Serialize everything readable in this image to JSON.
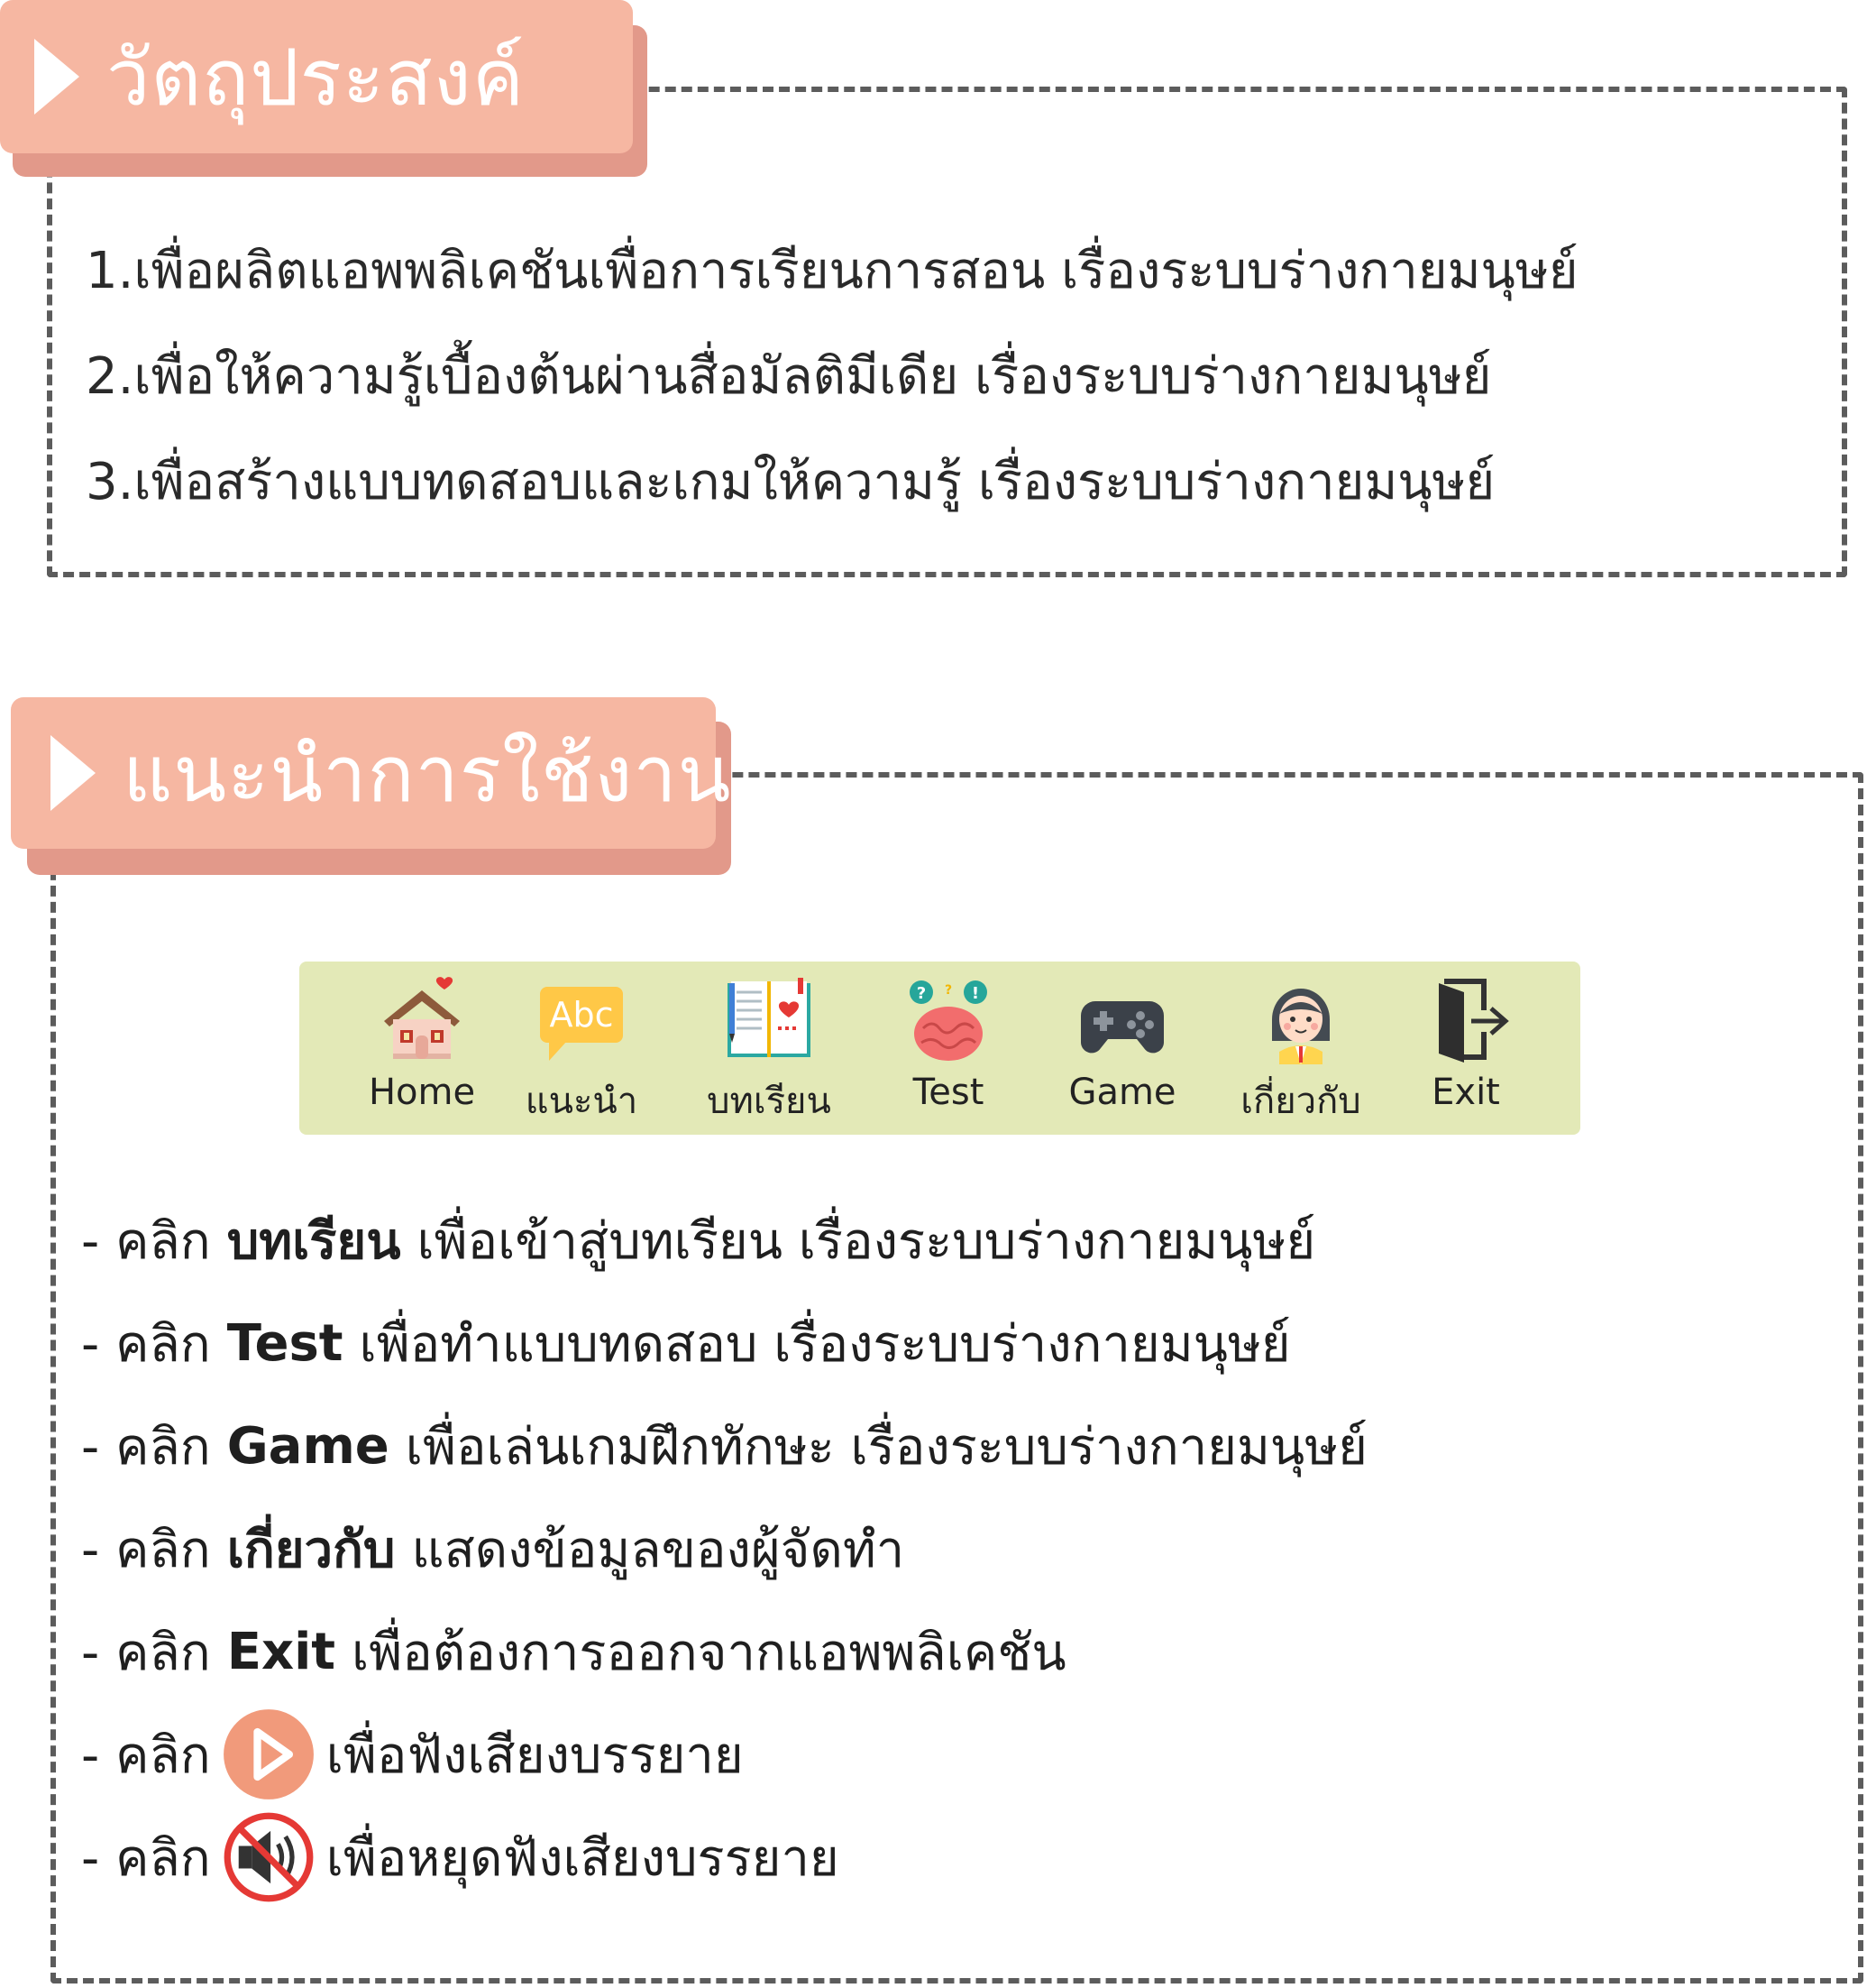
{
  "objectives": {
    "title": "วัตถุประสงค์",
    "items": [
      "1.เพื่อผลิตแอพพลิเคชันเพื่อการเรียนการสอน เรื่องระบบร่างกายมนุษย์",
      "2.เพื่อให้ความรู้เบื้องต้นผ่านสื่อมัลติมีเดีย เรื่องระบบร่างกายมนุษย์",
      "3.เพื่อสร้างแบบทดสอบและเกมให้ความรู้ เรื่องระบบร่างกายมนุษย์"
    ]
  },
  "guide": {
    "title": "แนะนำการใช้งาน",
    "toolbar": [
      {
        "label": "Home",
        "icon": "house-icon"
      },
      {
        "label": "แนะนำ",
        "icon": "abc-speech-bubble-icon"
      },
      {
        "label": "บทเรียน",
        "icon": "open-book-icon"
      },
      {
        "label": "Test",
        "icon": "brain-question-icon"
      },
      {
        "label": "Game",
        "icon": "gamepad-icon"
      },
      {
        "label": "เกี่ยวกับ",
        "icon": "student-avatar-icon"
      },
      {
        "label": "Exit",
        "icon": "exit-door-icon"
      }
    ],
    "instructions": [
      {
        "prefix": "- คลิก",
        "keyword": "บทเรียน",
        "text": "เพื่อเข้าสู่บทเรียน เรื่องระบบร่างกายมนุษย์"
      },
      {
        "prefix": "- คลิก",
        "keyword": "Test",
        "text": "เพื่อทำแบบทดสอบ เรื่องระบบร่างกายมนุษย์"
      },
      {
        "prefix": "- คลิก",
        "keyword": "Game",
        "text": "เพื่อเล่นเกมฝึกทักษะ เรื่องระบบร่างกายมนุษย์"
      },
      {
        "prefix": "- คลิก",
        "keyword": "เกี่ยวกับ",
        "text": "แสดงข้อมูลของผู้จัดทำ"
      },
      {
        "prefix": "- คลิก",
        "keyword": "Exit",
        "text": "เพื่อต้องการออกจากแอพพลิเคชัน"
      },
      {
        "prefix": "- คลิก",
        "icon": "play-audio-icon",
        "text": "เพื่อฟังเสียงบรรยาย"
      },
      {
        "prefix": "- คลิก",
        "icon": "mute-audio-icon",
        "text": "เพื่อหยุดฟังเสียงบรรยาย"
      }
    ]
  },
  "colors": {
    "tab": "#f6b7a2",
    "tab_shadow": "#e2998a",
    "toolbar_bg": "#e3e9b7",
    "dash_border": "#5c5c5c",
    "play_button": "#f19a7b",
    "mute_ring": "#e53935"
  }
}
